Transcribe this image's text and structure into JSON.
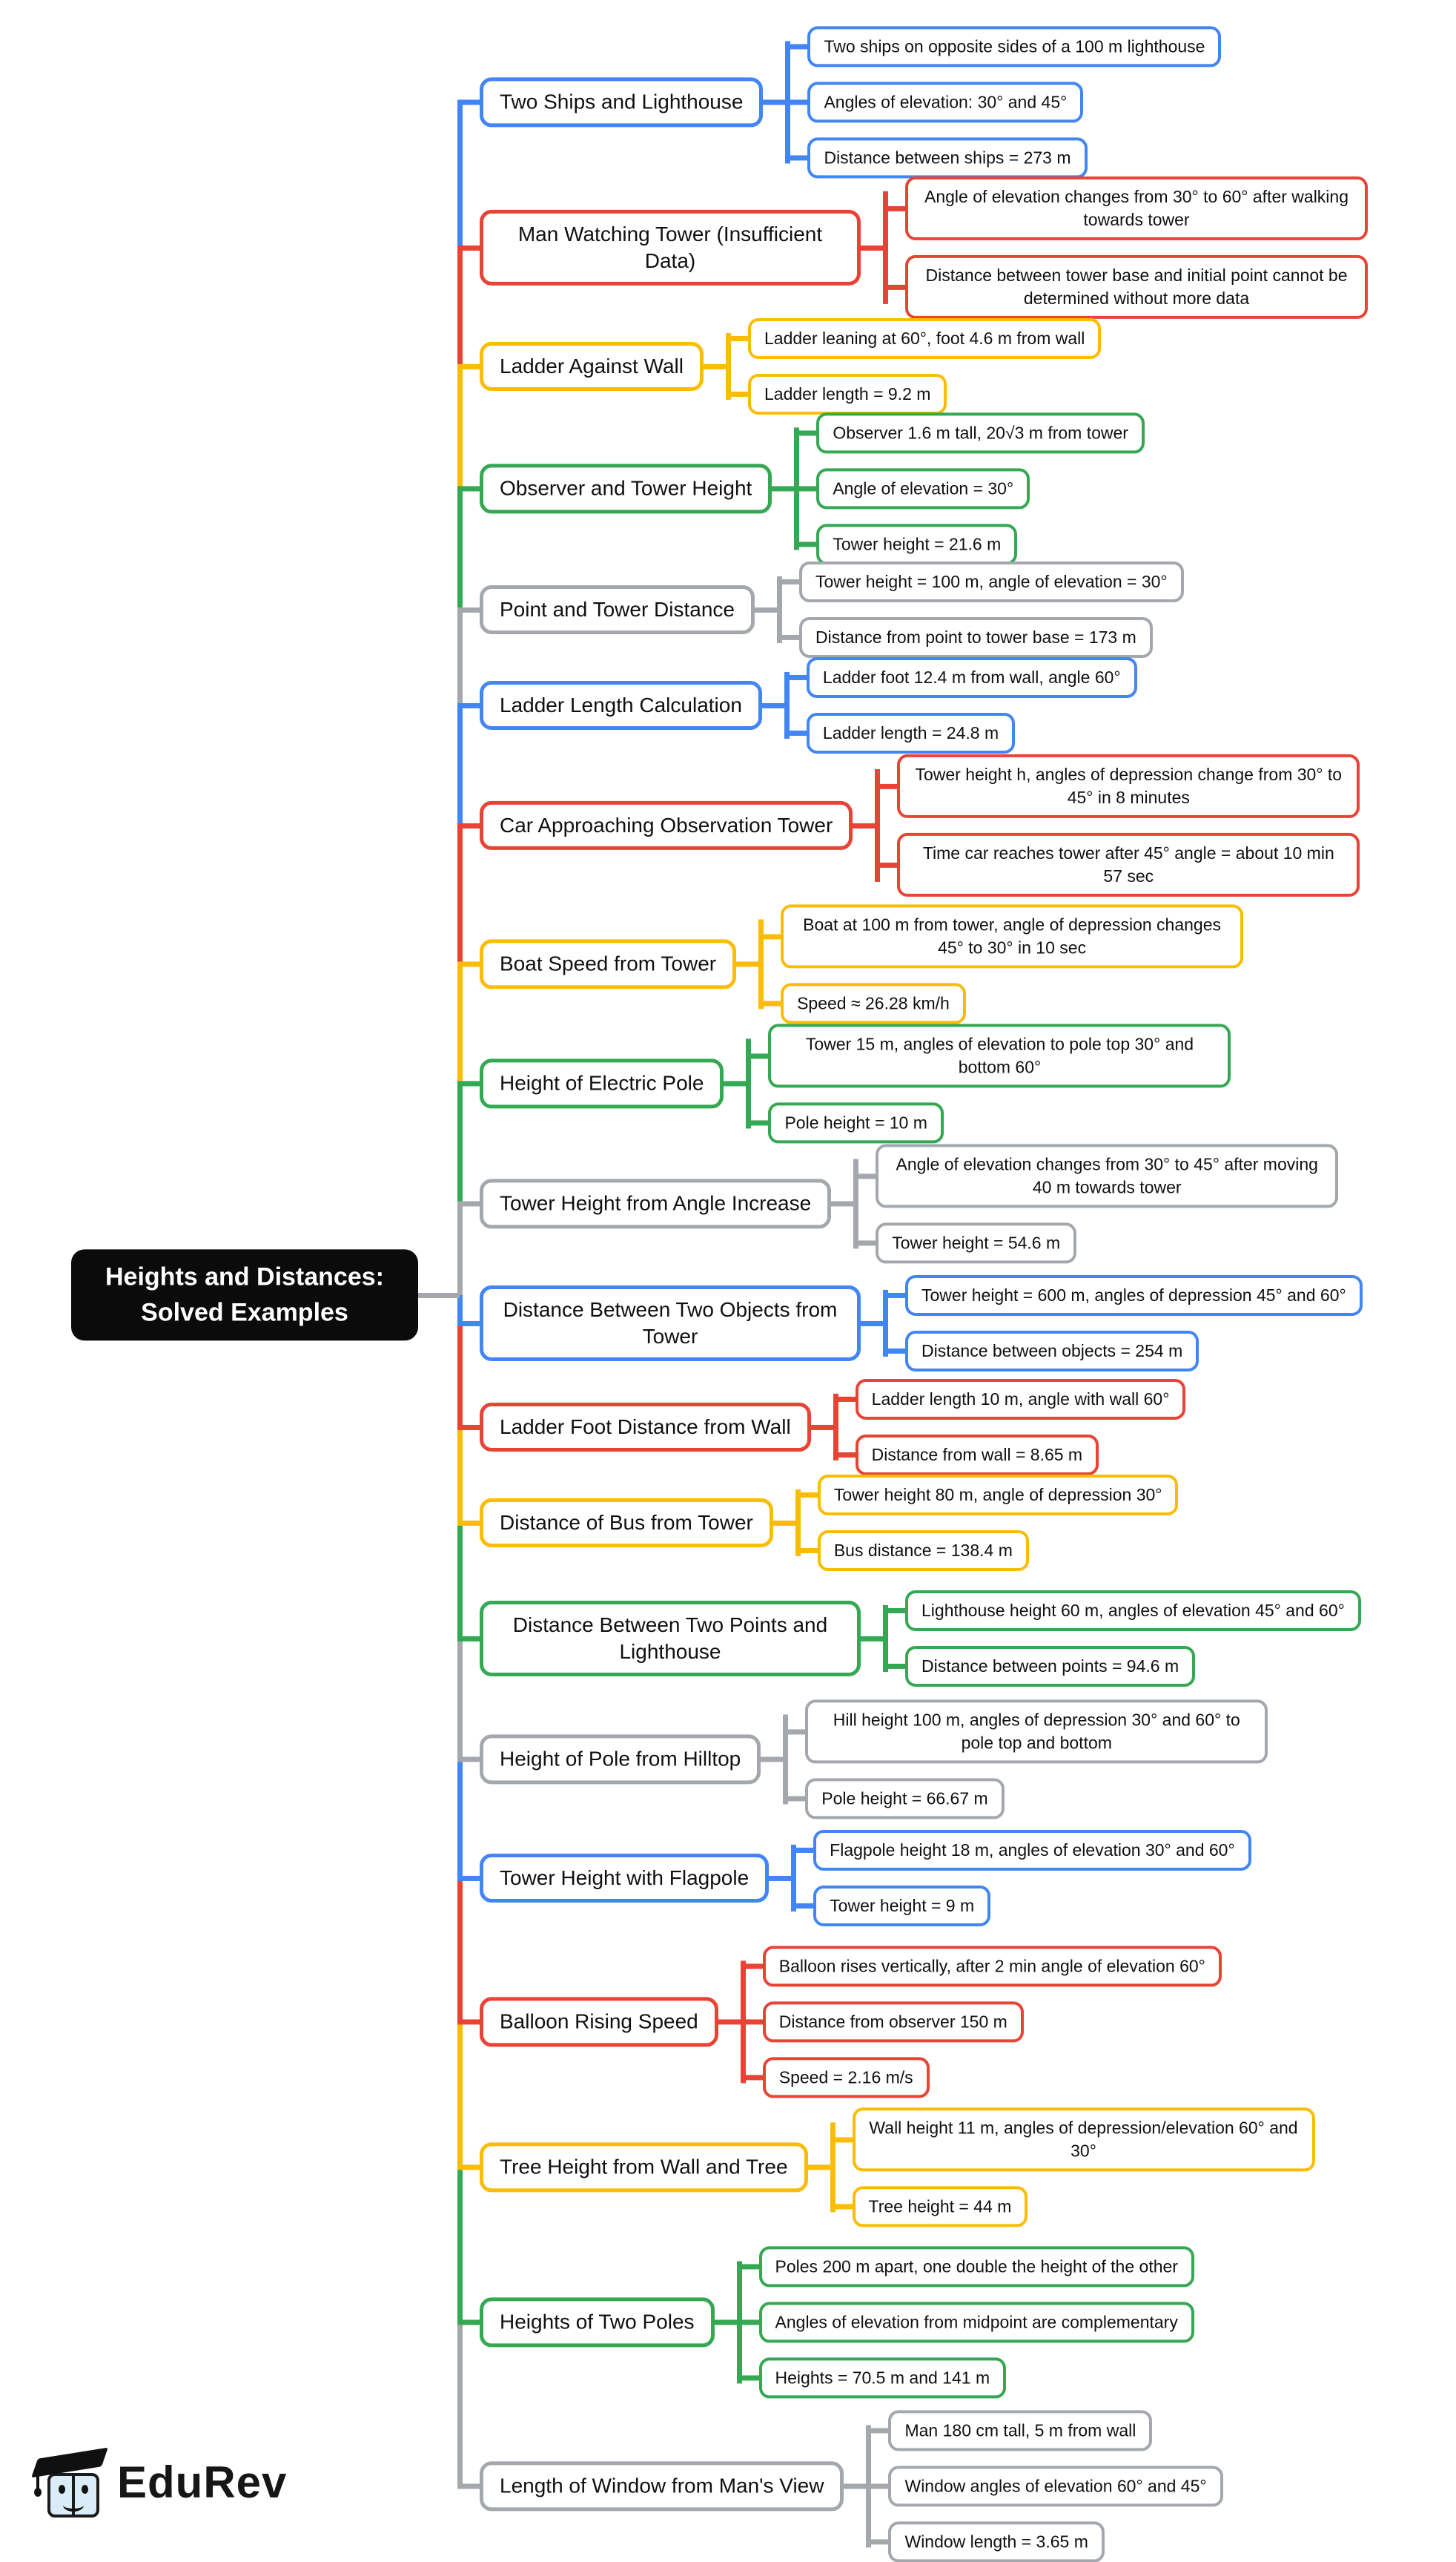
{
  "root": {
    "label": "Heights and Distances: Solved Examples"
  },
  "colors": {
    "blue": "#4285F4",
    "red": "#E94335",
    "yellow": "#FBBC05",
    "green": "#34A853",
    "gray": "#A4A8AD",
    "root_bg": "#0B0B0B",
    "root_text": "#FFFFFF"
  },
  "mindmap": {
    "branches": [
      {
        "id": "two-ships-and-lighthouse",
        "label": "Two Ships and Lighthouse",
        "color": "#4285F4",
        "leaves": [
          "Two ships on opposite sides of a 100 m lighthouse",
          "Angles of elevation: 30° and 45°",
          "Distance between ships = 273 m"
        ]
      },
      {
        "id": "man-watching-tower",
        "label": "Man Watching Tower (Insufficient Data)",
        "color": "#E94335",
        "leaves": [
          "Angle of elevation changes from 30° to 60° after walking towards tower",
          "Distance between tower base and initial point cannot be determined without more data"
        ]
      },
      {
        "id": "ladder-against-wall",
        "label": "Ladder Against Wall",
        "color": "#FBBC05",
        "leaves": [
          "Ladder leaning at 60°, foot 4.6 m from wall",
          "Ladder length = 9.2 m"
        ]
      },
      {
        "id": "observer-and-tower-height",
        "label": "Observer and Tower Height",
        "color": "#34A853",
        "leaves": [
          "Observer 1.6 m tall, 20√3 m from tower",
          "Angle of elevation = 30°",
          "Tower height = 21.6 m"
        ]
      },
      {
        "id": "point-and-tower-distance",
        "label": "Point and Tower Distance",
        "color": "#A4A8AD",
        "leaves": [
          "Tower height = 100 m, angle of elevation = 30°",
          "Distance from point to tower base = 173 m"
        ]
      },
      {
        "id": "ladder-length-calculation",
        "label": "Ladder Length Calculation",
        "color": "#4285F4",
        "leaves": [
          "Ladder foot 12.4 m from wall, angle 60°",
          "Ladder length = 24.8 m"
        ]
      },
      {
        "id": "car-approaching-observation-tower",
        "label": "Car Approaching Observation Tower",
        "color": "#E94335",
        "leaves": [
          "Tower height h, angles of depression change from 30° to 45° in 8 minutes",
          "Time car reaches tower after 45° angle = about 10 min 57 sec"
        ]
      },
      {
        "id": "boat-speed-from-tower",
        "label": "Boat Speed from Tower",
        "color": "#FBBC05",
        "leaves": [
          "Boat at 100 m from tower, angle of depression changes 45° to 30° in 10 sec",
          "Speed ≈ 26.28 km/h"
        ]
      },
      {
        "id": "height-of-electric-pole",
        "label": "Height of Electric Pole",
        "color": "#34A853",
        "leaves": [
          "Tower 15 m, angles of elevation to pole top 30° and bottom 60°",
          "Pole height = 10 m"
        ]
      },
      {
        "id": "tower-height-from-angle-increase",
        "label": "Tower Height from Angle Increase",
        "color": "#A4A8AD",
        "leaves": [
          "Angle of elevation changes from 30° to 45° after moving 40 m towards tower",
          "Tower height = 54.6 m"
        ]
      },
      {
        "id": "distance-between-two-objects-from-tower",
        "label": "Distance Between Two Objects from Tower",
        "color": "#4285F4",
        "leaves": [
          "Tower height = 600 m, angles of depression 45° and 60°",
          "Distance between objects = 254 m"
        ]
      },
      {
        "id": "ladder-foot-distance-from-wall",
        "label": "Ladder Foot Distance from Wall",
        "color": "#E94335",
        "leaves": [
          "Ladder length 10 m, angle with wall 60°",
          "Distance from wall = 8.65 m"
        ]
      },
      {
        "id": "distance-of-bus-from-tower",
        "label": "Distance of Bus from Tower",
        "color": "#FBBC05",
        "leaves": [
          "Tower height 80 m, angle of depression 30°",
          "Bus distance = 138.4 m"
        ]
      },
      {
        "id": "distance-between-two-points-and-lighthouse",
        "label": "Distance Between Two Points and Lighthouse",
        "color": "#34A853",
        "leaves": [
          "Lighthouse height 60 m, angles of elevation 45° and 60°",
          "Distance between points = 94.6 m"
        ]
      },
      {
        "id": "height-of-pole-from-hilltop",
        "label": "Height of Pole from Hilltop",
        "color": "#A4A8AD",
        "leaves": [
          "Hill height 100 m, angles of depression 30° and 60° to pole top and bottom",
          "Pole height = 66.67 m"
        ]
      },
      {
        "id": "tower-height-with-flagpole",
        "label": "Tower Height with Flagpole",
        "color": "#4285F4",
        "leaves": [
          "Flagpole height 18 m, angles of elevation 30° and 60°",
          "Tower height = 9 m"
        ]
      },
      {
        "id": "balloon-rising-speed",
        "label": "Balloon Rising Speed",
        "color": "#E94335",
        "leaves": [
          "Balloon rises vertically, after 2 min angle of elevation 60°",
          "Distance from observer 150 m",
          "Speed = 2.16 m/s"
        ]
      },
      {
        "id": "tree-height-from-wall-and-tree",
        "label": "Tree Height from Wall and Tree",
        "color": "#FBBC05",
        "leaves": [
          "Wall height 11 m, angles of depression/elevation 60° and 30°",
          "Tree height = 44 m"
        ]
      },
      {
        "id": "heights-of-two-poles",
        "label": "Heights of Two Poles",
        "color": "#34A853",
        "leaves": [
          "Poles 200 m apart, one double the height of the other",
          "Angles of elevation from midpoint are complementary",
          "Heights = 70.5 m and 141 m"
        ]
      },
      {
        "id": "length-of-window-from-mans-view",
        "label": "Length of Window from Man's View",
        "color": "#A4A8AD",
        "leaves": [
          "Man 180 cm tall, 5 m from wall",
          "Window angles of elevation 60° and 45°",
          "Window length = 3.65 m"
        ]
      }
    ]
  },
  "logo": {
    "brand": "EduRev",
    "icon": "graduation-cap"
  }
}
